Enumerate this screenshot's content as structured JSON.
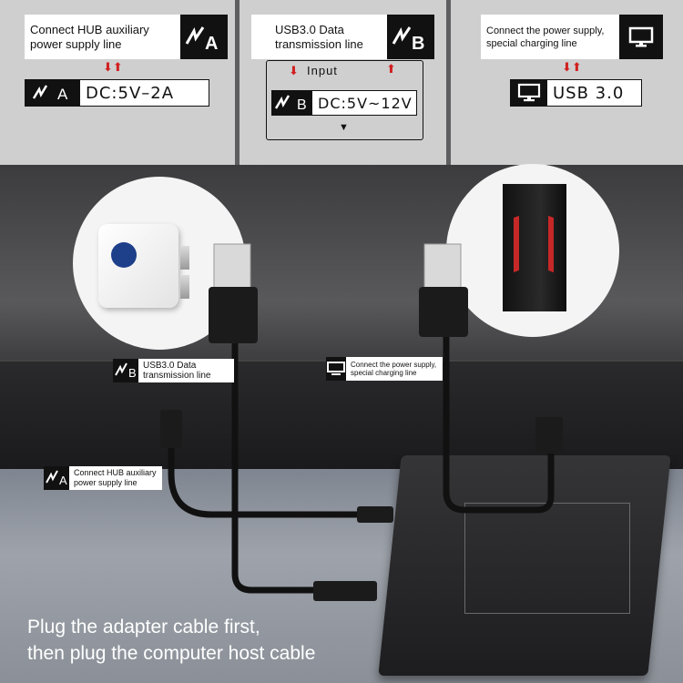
{
  "legend": {
    "a": {
      "callout": "Connect HUB auxiliary power supply line",
      "badge_letter": "A",
      "port_text": "DC:5V–2A"
    },
    "b": {
      "callout": "USB3.0 Data transmission line",
      "badge_letter": "B",
      "input_label": "Input",
      "port_text": "DC:5V~12V"
    },
    "c": {
      "callout": "Connect the power supply, special charging line",
      "port_text": "USB 3.0"
    }
  },
  "scene": {
    "label_b": "USB3.0 Data transmission line",
    "label_c": "Connect the power supply, special charging line",
    "label_a": "Connect HUB auxiliary power supply line",
    "badge_a": "A",
    "badge_b": "B"
  },
  "caption": {
    "line1": "Plug the adapter cable first,",
    "line2": "then plug the computer host cable"
  },
  "colors": {
    "arrow": "#d21f1f",
    "badge": "#111111",
    "band": "#cfcfd0"
  },
  "icons": [
    "lightning-icon",
    "monitor-icon",
    "arrow-down-icon",
    "arrow-up-icon",
    "triangle-down-icon"
  ]
}
